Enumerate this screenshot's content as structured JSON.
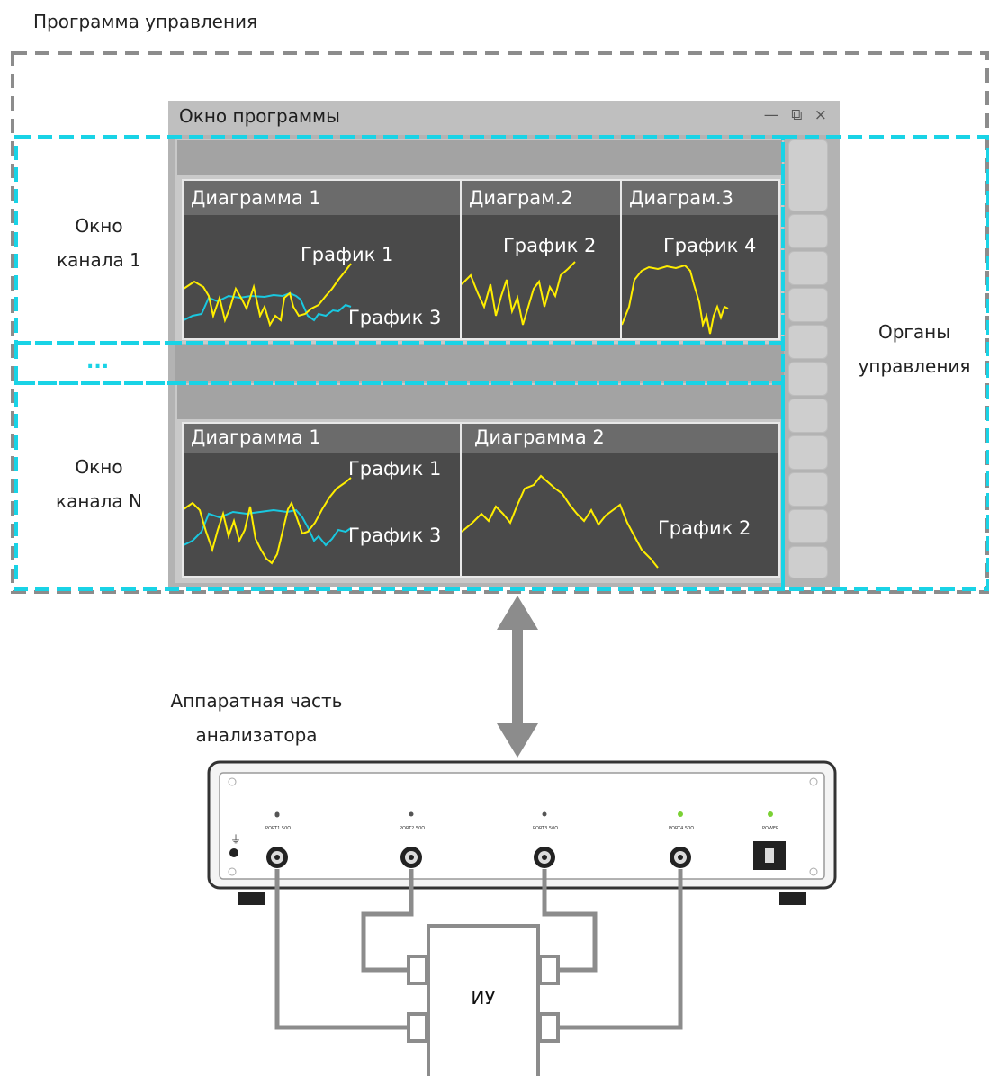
{
  "labels": {
    "control_program": "Программа управления",
    "channel_window_1": [
      "Окно",
      "канала 1"
    ],
    "ellipsis": "...",
    "channel_window_n": [
      "Окно",
      "канала N"
    ],
    "controls": [
      "Органы",
      "управления"
    ],
    "hardware": [
      "Аппаратная часть",
      "анализатора"
    ]
  },
  "program_window": {
    "title": "Окно программы",
    "window_controls": "— ⧉ ×"
  },
  "channel_1": {
    "diagram_1": {
      "title": "Диаграмма 1",
      "trace_a": "График 1",
      "trace_b": "График 3"
    },
    "diagram_2": {
      "title": "Диаграм.2",
      "trace_a": "График 2"
    },
    "diagram_3": {
      "title": "Диаграм.3",
      "trace_a": "График 4"
    }
  },
  "channel_n": {
    "diagram_1": {
      "title": "Диаграмма 1",
      "trace_a": "График 1",
      "trace_b": "График 3"
    },
    "diagram_2": {
      "title": "Диаграмма 2",
      "trace_a": "График 2"
    }
  },
  "analyzer": {
    "ports": [
      "PORT1 50Ω",
      "PORT2 50Ω",
      "PORT3 50Ω",
      "PORT4 50Ω"
    ],
    "power": "POWER"
  },
  "dut_label": "ИУ",
  "colors": {
    "dashed_outer": "#8c8c8c",
    "dashed_cyan": "#19d3e6",
    "trace_yellow": "#ffee00",
    "trace_cyan": "#19c8e0",
    "cable_gray": "#8c8c8c"
  }
}
